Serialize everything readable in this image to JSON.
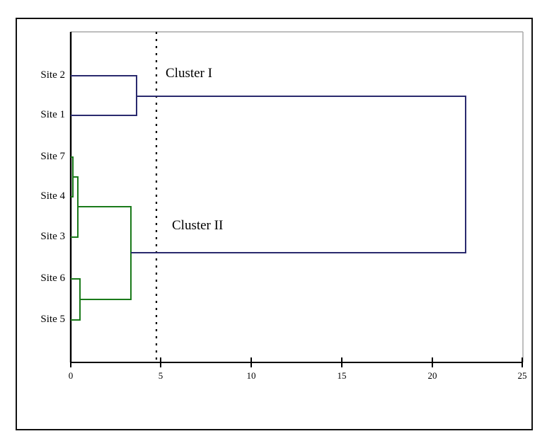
{
  "chart_data": {
    "type": "dendrogram",
    "title": "",
    "xlabel": "",
    "ylabel": "",
    "xlim": [
      0,
      25
    ],
    "xticks": [
      0,
      5,
      10,
      15,
      20,
      25
    ],
    "xticklabels": [
      "0",
      "5",
      "10",
      "15",
      "20",
      "25"
    ],
    "grid": false,
    "leaves": [
      {
        "label": "Site 2",
        "order": 0,
        "cluster": "Cluster I"
      },
      {
        "label": "Site 1",
        "order": 1,
        "cluster": "Cluster I"
      },
      {
        "label": "Site 7",
        "order": 2,
        "cluster": "Cluster II"
      },
      {
        "label": "Site 4",
        "order": 3,
        "cluster": "Cluster II"
      },
      {
        "label": "Site 3",
        "order": 4,
        "cluster": "Cluster II"
      },
      {
        "label": "Site 6",
        "order": 5,
        "cluster": "Cluster II"
      },
      {
        "label": "Site 5",
        "order": 6,
        "cluster": "Cluster II"
      }
    ],
    "merges": [
      {
        "id": "m1",
        "left": "Site 7",
        "right": "Site 4",
        "distance": 0.12,
        "color": "#1a7a1a"
      },
      {
        "id": "m2",
        "left": "m1",
        "right": "Site 3",
        "distance": 0.4,
        "color": "#1a7a1a"
      },
      {
        "id": "m3",
        "left": "Site 6",
        "right": "Site 5",
        "distance": 0.5,
        "color": "#1a7a1a"
      },
      {
        "id": "m4",
        "left": "m2",
        "right": "m3",
        "distance": 3.3,
        "color": "#1a7a1a"
      },
      {
        "id": "m5",
        "left": "Site 2",
        "right": "Site 1",
        "distance": 3.65,
        "color": "#2a2a6e"
      },
      {
        "id": "m6",
        "left": "m5",
        "right": "m4",
        "distance": 22.0,
        "color": "#2a2a6e"
      }
    ],
    "cut_line": {
      "value": 4.75,
      "style": "dotted",
      "color": "#000000"
    },
    "annotations": [
      {
        "text": "Cluster I",
        "x": 5.2,
        "y_leaf": 0.35
      },
      {
        "text": "Cluster II",
        "x": 5.6,
        "y_leaf": 3.85
      }
    ],
    "colors": {
      "cluster_i": "#2a2a6e",
      "cluster_ii": "#1a7a1a",
      "axis": "#000000",
      "frame": "#111111",
      "plot_border_light": "#a8a8a8",
      "background": "#ffffff"
    }
  },
  "labels": {
    "sites": [
      "Site 2",
      "Site 1",
      "Site 7",
      "Site 4",
      "Site 3",
      "Site 6",
      "Site 5"
    ],
    "ticks": [
      "0",
      "5",
      "10",
      "15",
      "20",
      "25"
    ],
    "cluster_i": "Cluster I",
    "cluster_ii": "Cluster II"
  }
}
